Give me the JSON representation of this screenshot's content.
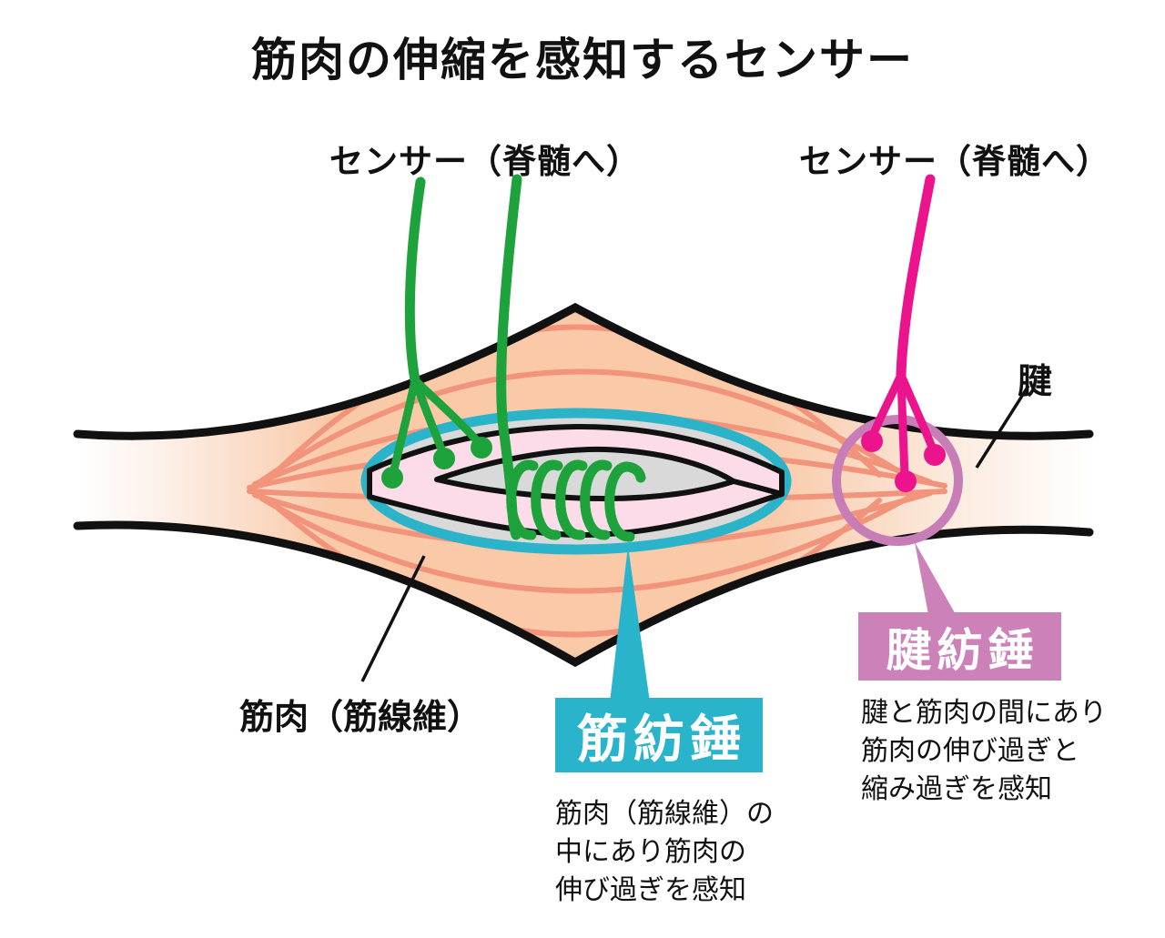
{
  "title": "筋肉の伸縮を感知するセンサー",
  "labels": {
    "sensor_left": "センサー（脊髄へ）",
    "sensor_right": "センサー（脊髄へ）",
    "tendon": "腱",
    "muscle_fiber": "筋肉（筋線維）"
  },
  "callouts": {
    "muscle_spindle": {
      "title": "筋紡錘",
      "description": "筋肉（筋線維）の\n中にあり筋肉の\n伸び過ぎを感知"
    },
    "tendon_spindle": {
      "title": "腱紡錘",
      "description": "腱と筋肉の間にあり\n筋肉の伸び過ぎと\n縮み過ぎを感知"
    }
  },
  "colors": {
    "capsule_cyan": "#2bb3ca",
    "spindle_box_cyan": "#29b4cc",
    "tendon_spindle_pink": "#cc81b8",
    "circle_pink": "#c77db5",
    "nerve_green": "#1ea23b",
    "nerve_magenta": "#ec148d",
    "muscle_peach": "#f9c9a8",
    "fiber_stripe_salmon": "#f2937b",
    "intrafusal_pink": "#fbdce8",
    "capsule_gray": "#d9d9d9",
    "outline_black": "#111111"
  }
}
